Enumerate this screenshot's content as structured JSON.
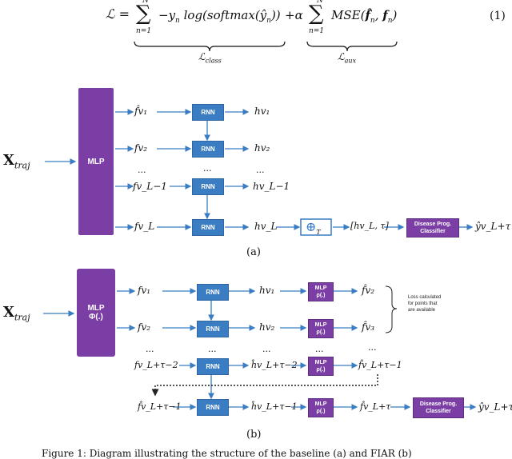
{
  "equation": {
    "lhs": "ℒ =",
    "term1": "−y",
    "term1_sub": "n",
    "term1_rest": " log(softmax(ŷ",
    "term1_rest_sub": "n",
    "term1_close": "))",
    "plus_alpha": "+α",
    "term2": "MSE(",
    "term2_f_hat": "f̂",
    "term2_f_hat_sub": "n",
    "term2_mid": ", ",
    "term2_f": "f",
    "term2_f_sub": "n",
    "term2_close": ")",
    "sum_top": "N",
    "sum_bottom": "n=1",
    "sum_symbol": "∑",
    "brace1_label": "ℒ",
    "brace1_sub": "class",
    "brace2_label": "ℒ",
    "brace2_sub": "aux",
    "number": "(1)"
  },
  "panel_a": {
    "input_label": "X",
    "input_sub": "traj",
    "mlp_label": "MLP",
    "rnn_label": "RNN",
    "f_labels": [
      "f̂v₁",
      "fv₂",
      "...",
      "fv_L−1",
      "fv_L"
    ],
    "h_labels": [
      "hv₁",
      "hv₂",
      "...",
      "hv_L−1",
      "hv_L"
    ],
    "dots": "...",
    "concat_symbol": "⊕",
    "concat_sub": "T",
    "concat_out": "[hv_L, τ]",
    "classifier_label": "Disease Prog. Classifier",
    "output": "ŷv_L+τ",
    "caption": "(a)"
  },
  "panel_b": {
    "input_label": "X",
    "input_sub": "traj",
    "mlp_label_1": "MLP",
    "mlp_label_2": "Φ(.)",
    "rnn_label": "RNN",
    "mlp_small_1": "MLP",
    "mlp_small_2": "ρ(.)",
    "f_labels": [
      "fv₁",
      "fv₂",
      "...",
      "fv_L+τ−2",
      "f̂v_L+τ−1"
    ],
    "h_labels": [
      "hv₁",
      "hv₂",
      "...",
      "ĥv_L+τ−2",
      "ĥv_L+τ−1"
    ],
    "fhat_labels": [
      "f̂v₂",
      "f̂v₃",
      "...",
      "f̂v_L+τ−1",
      "f̂v_L+τ"
    ],
    "loss_note": "Loss calculated for points that are available",
    "classifier_label": "Disease Prog. Classifier",
    "output": "ŷv_L+τ",
    "caption": "(b)"
  },
  "figure_caption": "Figure 1: Diagram illustrating the structure of the baseline (a) and FIAR (b)"
}
